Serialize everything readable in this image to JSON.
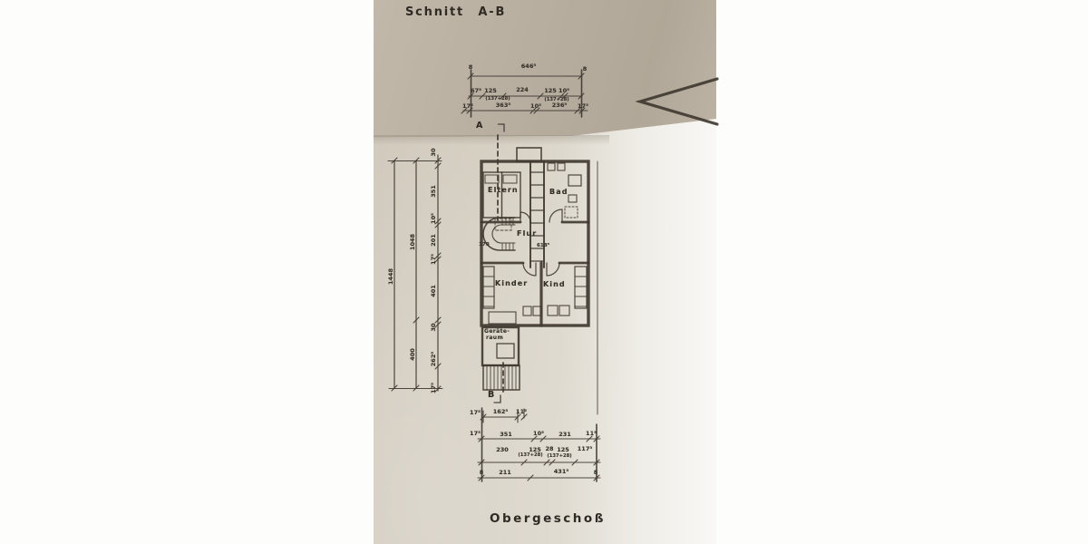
{
  "title": "Schnitt A-B",
  "floor_label": "Obergeschoß",
  "markers": {
    "a": "A",
    "b": "B"
  },
  "rooms": {
    "eltern": "Eltern",
    "bad": "Bad",
    "flur": "Flur",
    "kinder": "Kinder",
    "kind": "Kind",
    "geraeteraum_line1": "Geräte-",
    "geraeteraum_line2": "raum"
  },
  "plan_annotations": {
    "stair_dim": "170",
    "flur_dim": "618⁵"
  },
  "dims_top": {
    "row1": {
      "left_end": "8",
      "total": "646⁵",
      "right_end": "8"
    },
    "row2": {
      "segments": [
        "67⁵",
        "125",
        "224",
        "125",
        "10⁵"
      ],
      "notes": [
        "(137+28)",
        "(137+28)"
      ]
    },
    "row3": {
      "segments": [
        "17⁵",
        "363⁵",
        "10⁵",
        "236⁵",
        "17⁵"
      ]
    }
  },
  "dims_left": {
    "overall": "1448",
    "middle": [
      "1048",
      "400"
    ],
    "inner": [
      "30",
      "351",
      "10⁵",
      "201",
      "17⁵",
      "401",
      "30",
      "262⁵",
      "17⁵"
    ]
  },
  "dims_bottom": {
    "row1": [
      "17⁵",
      "162⁵",
      "11⁵"
    ],
    "row2": [
      "17⁵",
      "351",
      "10⁵",
      "231",
      "11⁵"
    ],
    "row3": {
      "segments": [
        "230",
        "125",
        "28",
        "125",
        "117⁵"
      ],
      "notes": [
        "(137+28)",
        "(137+28)"
      ]
    },
    "row4": [
      "8",
      "211",
      "431⁵",
      "8"
    ]
  },
  "colors": {
    "ink": "#3a352c",
    "paper": "#d6d0c3",
    "paper_fold_band": "#b6ac9e"
  }
}
